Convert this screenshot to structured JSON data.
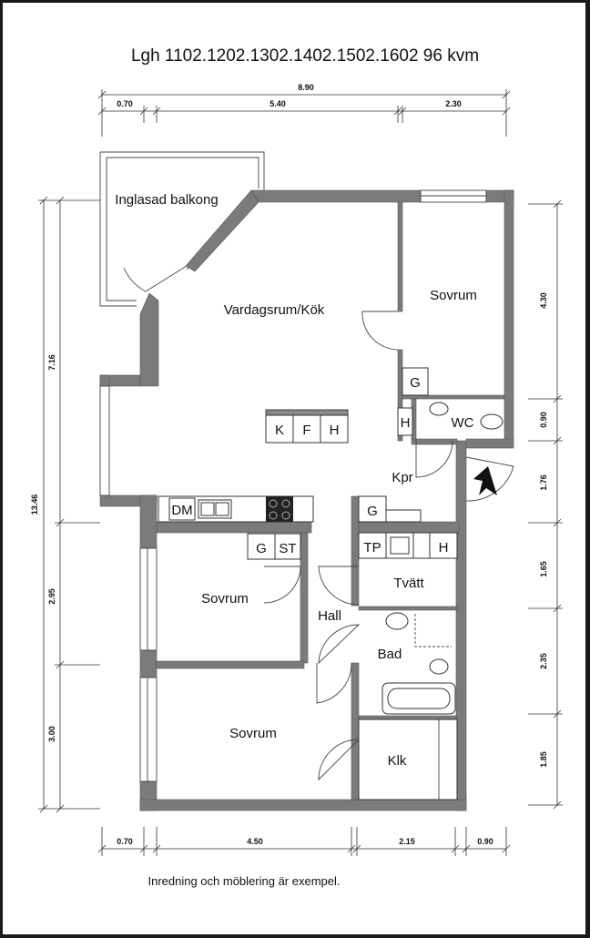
{
  "title": "Lgh 1102.1202.1302.1402.1502.1602 96 kvm",
  "footnote": "Inredning och möblering är exempel.",
  "rooms": {
    "balcony": "Inglasad balkong",
    "living": "Vardagsrum/Kök",
    "bedroom_ne": "Sovrum",
    "bedroom_w": "Sovrum",
    "bedroom_sw": "Sovrum",
    "wc": "WC",
    "hallway": "Kpr",
    "laundry": "Tvätt",
    "hall": "Hall",
    "bath": "Bad",
    "closet": "Klk"
  },
  "fixtures": {
    "k": "K",
    "f": "F",
    "h_island": "H",
    "g_ne": "G",
    "h_wc": "H",
    "g_kpr": "G",
    "dm": "DM",
    "g_w": "G",
    "st": "ST",
    "tp": "TP",
    "h_laundry": "H"
  },
  "dimensions": {
    "top_total": "8.90",
    "top": [
      "0.70",
      "5.40",
      "2.30"
    ],
    "bottom": [
      "0.70",
      "4.50",
      "2.15",
      "0.90"
    ],
    "left_total": "13.46",
    "left": [
      "7.16",
      "2.95",
      "3.00"
    ],
    "right": [
      "4.30",
      "0.90",
      "1.76",
      "1.65",
      "2.35",
      "1.85"
    ]
  }
}
